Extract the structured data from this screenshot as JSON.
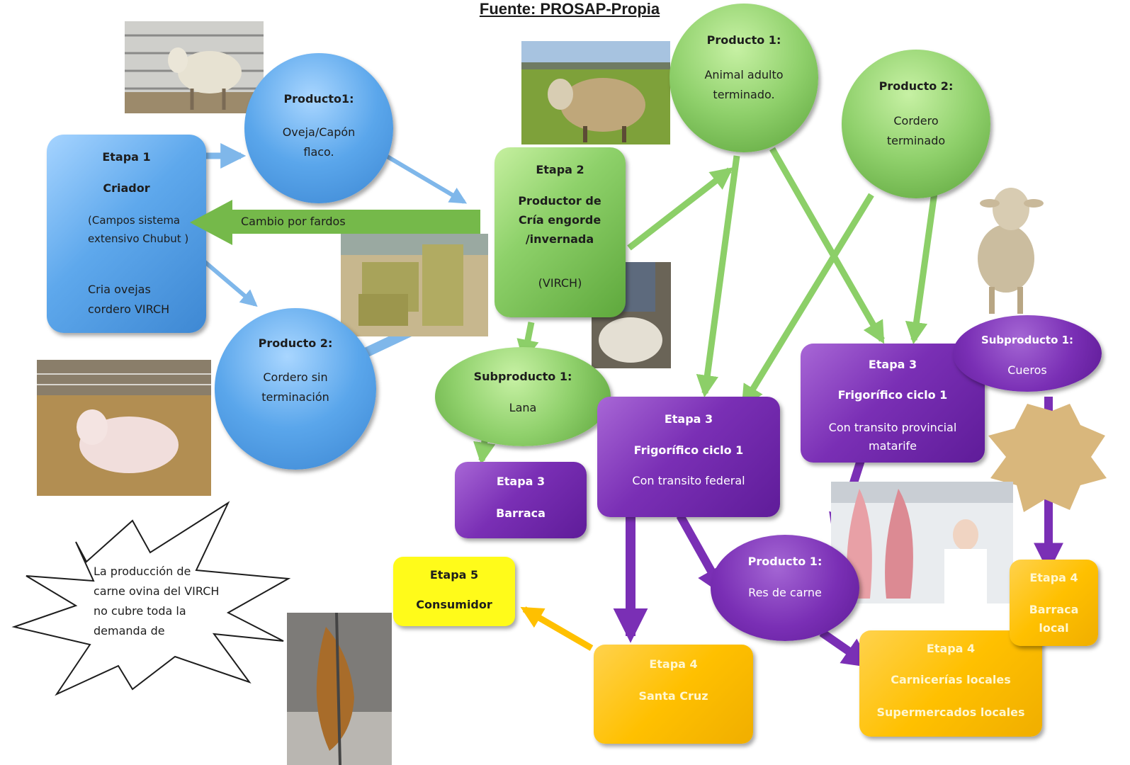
{
  "title": "Fuente: PROSAP-Propia",
  "nodes": {
    "etapa1": {
      "title": "Etapa 1",
      "role": "Criador",
      "desc": "(Campos sistema extensivo Chubut )",
      "note": "Cria ovejas cordero VIRCH"
    },
    "e1_prod1": {
      "title": "Producto1:",
      "desc": "Oveja/Capón flaco."
    },
    "e1_prod2": {
      "title": "Producto 2:",
      "desc": "Cordero sin terminación"
    },
    "cambio": "Cambio por fardos",
    "etapa2": {
      "title": "Etapa 2",
      "role": "Productor de Cría engorde /invernada",
      "desc": "(VIRCH)"
    },
    "e2_prod1": {
      "title": "Producto 1:",
      "desc": "Animal adulto terminado."
    },
    "e2_prod2": {
      "title": "Producto 2:",
      "desc": "Cordero terminado"
    },
    "subprod_lana": {
      "title": "Subproducto 1:",
      "desc": "Lana"
    },
    "barraca": {
      "title": "Etapa 3",
      "desc": "Barraca"
    },
    "frig_federal": {
      "title": "Etapa 3",
      "role": "Frigorífico  ciclo 1",
      "desc": "Con transito federal"
    },
    "frig_provincial": {
      "title": "Etapa 3",
      "role": "Frigorífico  ciclo 1",
      "desc": "Con transito provincial matarife"
    },
    "subprod_cueros": {
      "title": "Subproducto 1:",
      "desc": "Cueros"
    },
    "res_carne": {
      "title": "Producto 1:",
      "desc": "Res de carne"
    },
    "santa_cruz": {
      "title": "Etapa 4",
      "desc": "Santa Cruz"
    },
    "carnicerias": {
      "title": "Etapa 4",
      "line1": "Carnicerías locales",
      "line2": "Supermercados locales"
    },
    "barraca_local": {
      "title": "Etapa 4",
      "desc": "Barraca local"
    },
    "consumidor": {
      "title": "Etapa 5",
      "desc": "Consumidor"
    },
    "callout": "La producción  de carne ovina  del VIRCH no cubre toda la demanda de"
  },
  "icons": [
    "sheep-photo",
    "hay-bales-photo",
    "lamb-photo",
    "shearing-photo",
    "lamb-standing-photo",
    "carcass-photo",
    "sheepskin-photo",
    "roast-lamb-photo"
  ],
  "colors": {
    "blue": "#4a94dc",
    "green": "#8ccf68",
    "purple": "#7a2fb5",
    "yellow": "#fffb1a",
    "orange": "#ffc000"
  }
}
